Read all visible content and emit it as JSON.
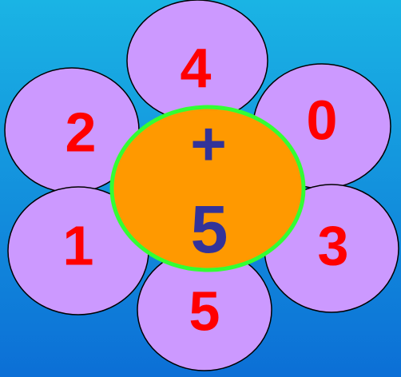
{
  "colors": {
    "background_top": "#1ab4e4",
    "background_bottom": "#0c6fd6",
    "petal_fill": "#cc99ff",
    "outline": "#000000",
    "center_fill": "#ff9900",
    "center_border": "#33ff33",
    "petal_text": "#ff0000",
    "center_text": "#333399"
  },
  "flower": {
    "petals": [
      {
        "id": "top",
        "label": "4"
      },
      {
        "id": "upper-left",
        "label": "2"
      },
      {
        "id": "upper-right",
        "label": "0"
      },
      {
        "id": "lower-left",
        "label": "1"
      },
      {
        "id": "lower-right",
        "label": "3"
      },
      {
        "id": "bottom",
        "label": "5"
      }
    ],
    "center": {
      "operator": "+",
      "number": "5"
    }
  }
}
